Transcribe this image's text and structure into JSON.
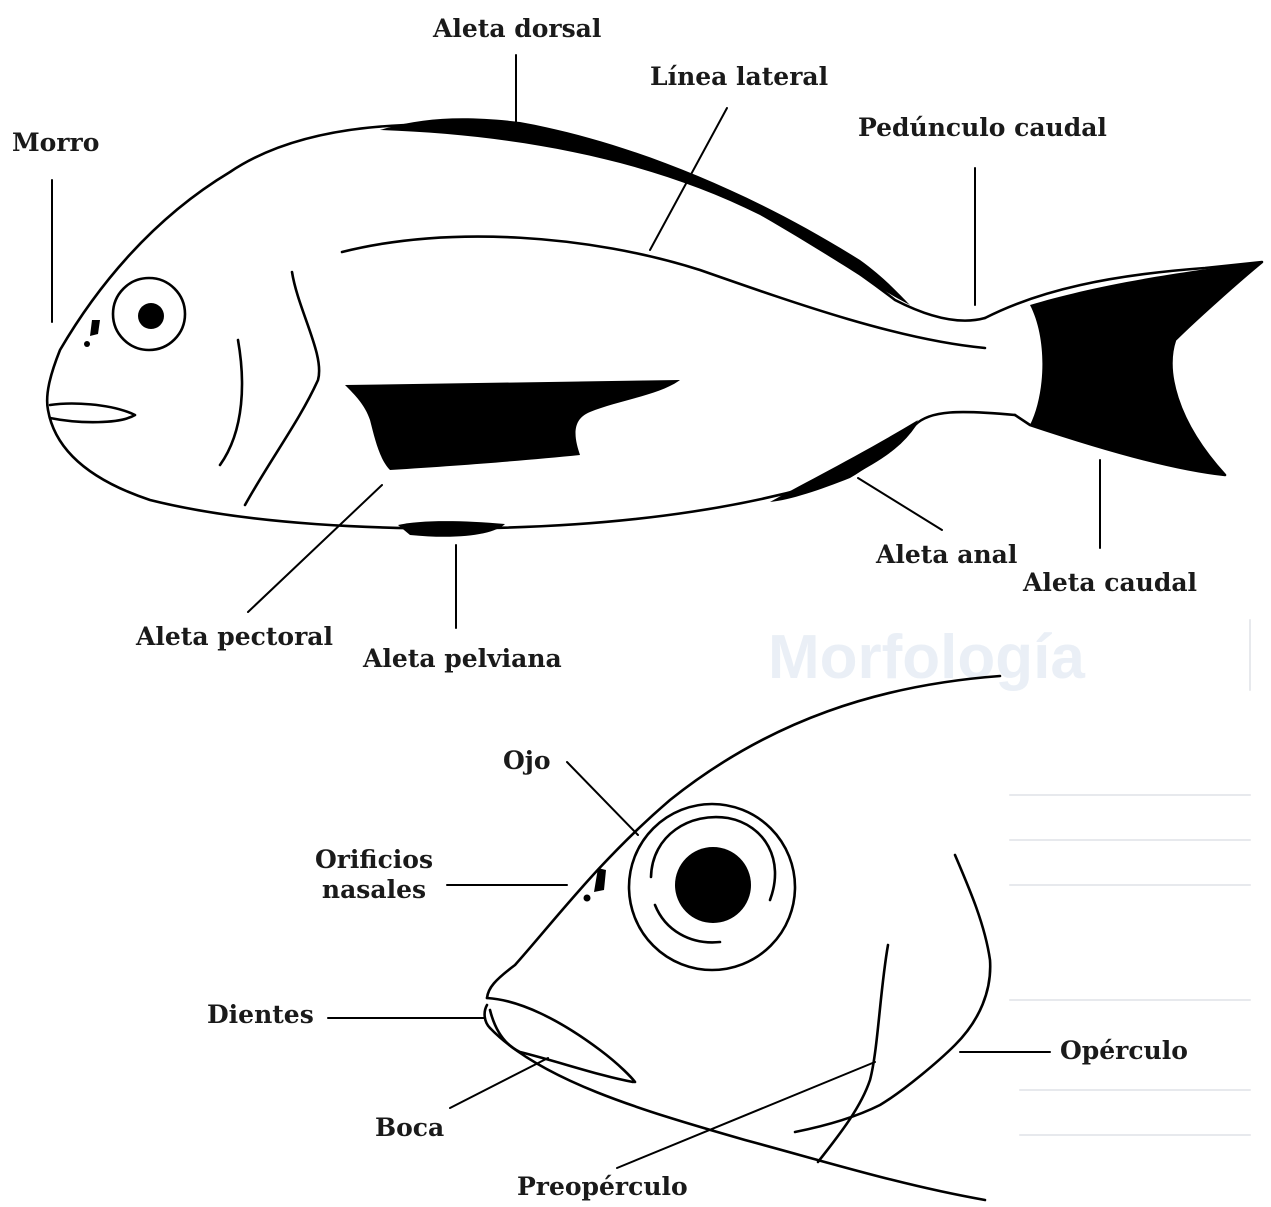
{
  "watermark": "Morfología",
  "fish_labels": {
    "morro": "Morro",
    "aleta_dorsal": "Aleta dorsal",
    "linea_lateral": "Línea lateral",
    "pedunculo_caudal": "Pedúnculo caudal",
    "aleta_anal": "Aleta anal",
    "aleta_caudal": "Aleta caudal",
    "aleta_pectoral": "Aleta pectoral",
    "aleta_pelviana": "Aleta pelviana"
  },
  "head_labels": {
    "ojo": "Ojo",
    "orificios_line1": "Orificios",
    "orificios_line2": "nasales",
    "dientes": "Dientes",
    "boca": "Boca",
    "operculo": "Opérculo",
    "preoperculo": "Preopérculo"
  },
  "colors": {
    "ink": "#000000",
    "watermark": "#d9e3ef"
  }
}
